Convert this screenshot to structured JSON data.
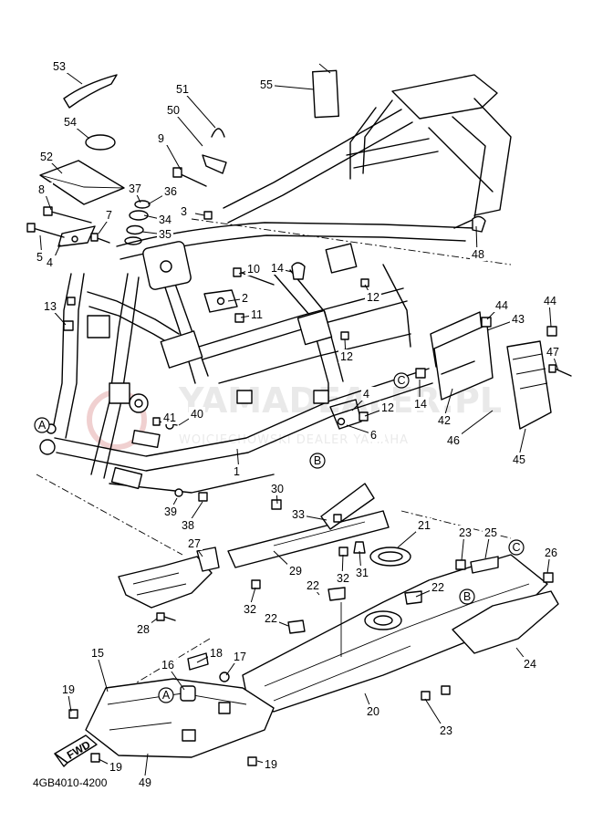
{
  "diagram": {
    "drawing_code": "4GB4010-4200",
    "watermark": "YAMADEALER.PL",
    "watermark_sub": "WOJCIECHOWSKI DEALER YAMAHA",
    "fwd_label": "FWD",
    "ref_markers": [
      "A",
      "B",
      "C"
    ],
    "part_labels": [
      "1",
      "2",
      "3",
      "4",
      "5",
      "6",
      "7",
      "8",
      "9",
      "10",
      "11",
      "12",
      "13",
      "14",
      "15",
      "16",
      "17",
      "18",
      "19",
      "20",
      "21",
      "22",
      "23",
      "24",
      "25",
      "26",
      "27",
      "28",
      "29",
      "30",
      "31",
      "32",
      "33",
      "34",
      "35",
      "36",
      "37",
      "38",
      "39",
      "40",
      "41",
      "42",
      "43",
      "44",
      "45",
      "46",
      "47",
      "48",
      "49",
      "50",
      "51",
      "52",
      "53",
      "54",
      "55"
    ]
  }
}
